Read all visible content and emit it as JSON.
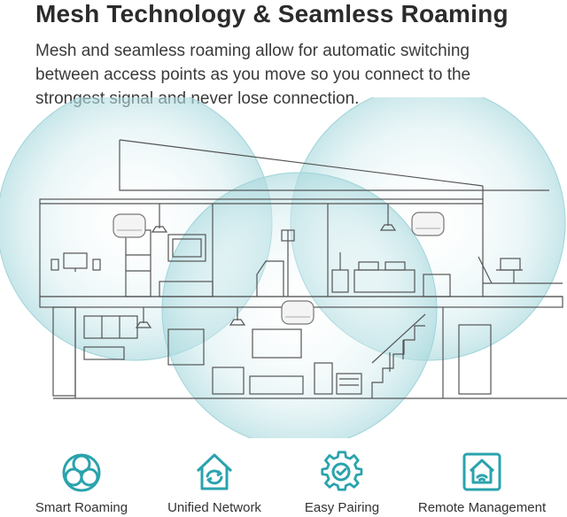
{
  "header": {
    "title": "Mesh Technology & Seamless Roaming",
    "description": "Mesh and seamless roaming allow for automatic switching between access points as you move so you connect to the strongest signal and never lose connection."
  },
  "colors": {
    "accent": "#2aa3ad",
    "coverage_fill": "#d6eef0",
    "line": "#555555"
  },
  "features": [
    {
      "label": "Smart Roaming",
      "icon": "smart-roaming-icon"
    },
    {
      "label": "Unified Network",
      "icon": "unified-network-icon"
    },
    {
      "label": "Easy Pairing",
      "icon": "easy-pairing-icon"
    },
    {
      "label": "Remote Management",
      "icon": "remote-management-icon"
    }
  ]
}
